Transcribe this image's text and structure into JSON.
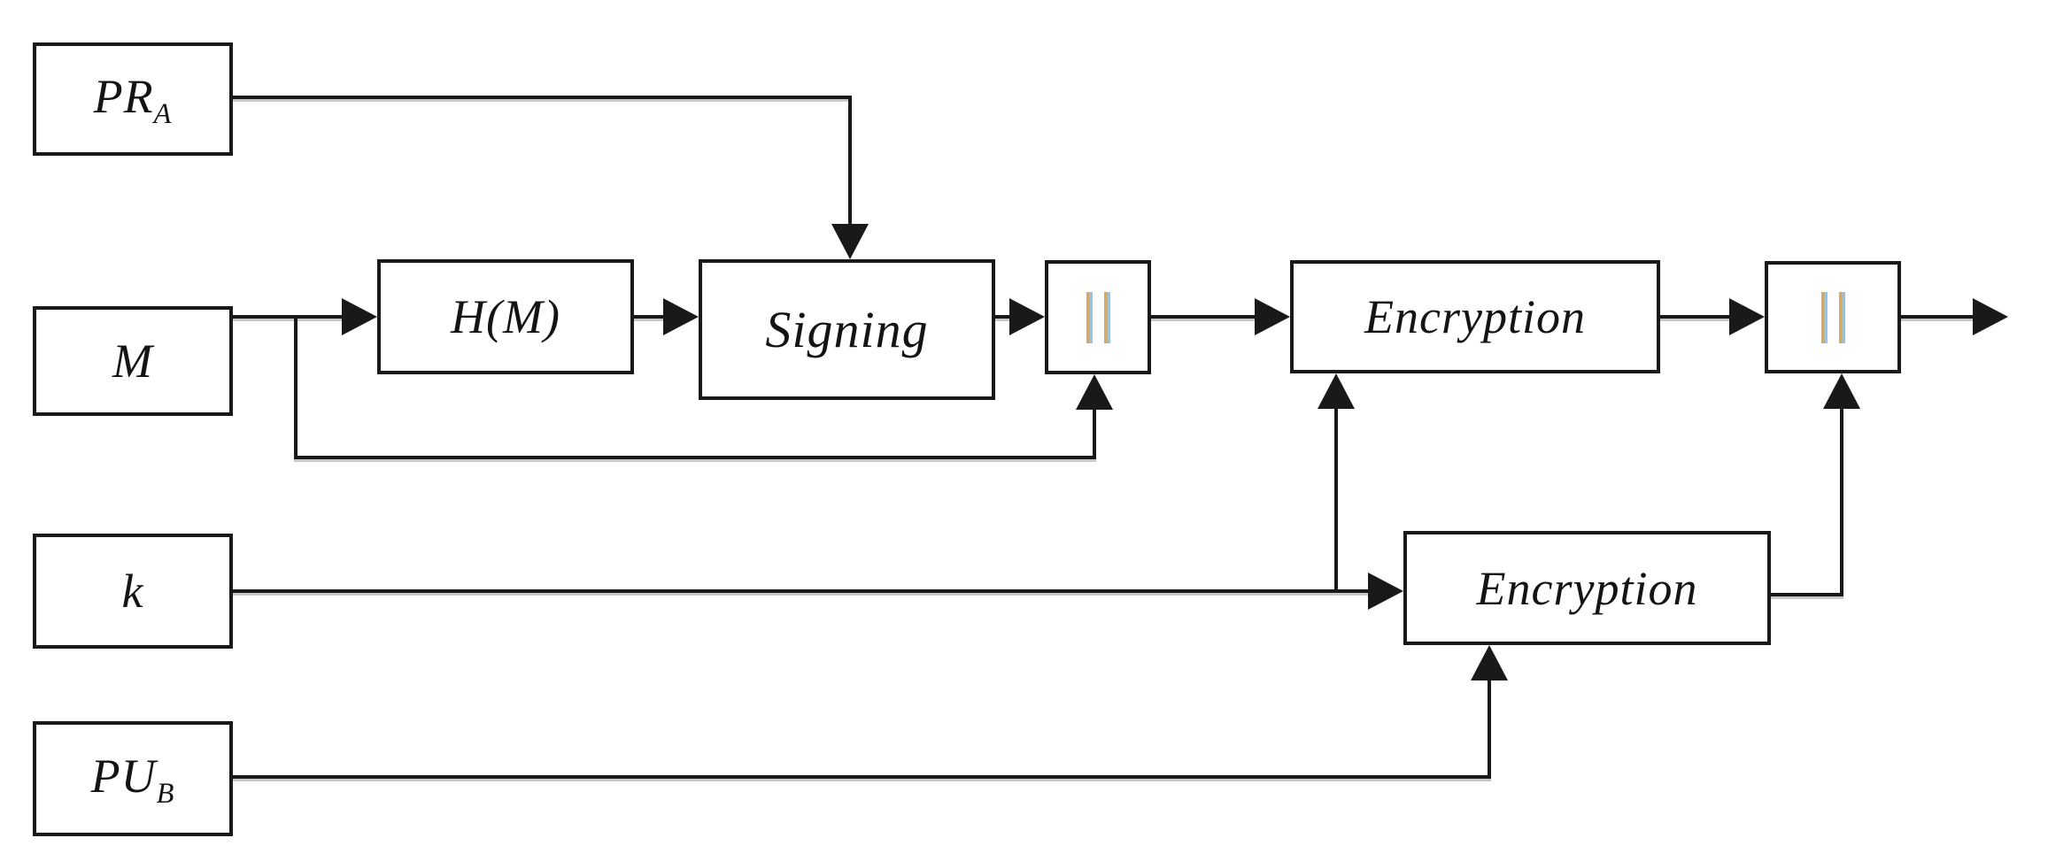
{
  "nodes": {
    "pra": {
      "label": "PR",
      "subscript": "A"
    },
    "m": {
      "label": "M"
    },
    "k": {
      "label": "k"
    },
    "pub": {
      "label": "PU",
      "subscript": "B"
    },
    "hm": {
      "label": "H(M)"
    },
    "signing": {
      "label": "Signing"
    },
    "concat1": {
      "symbol": "||"
    },
    "enc_top": {
      "label": "Encryption"
    },
    "concat2": {
      "symbol": "||"
    },
    "enc_bottom": {
      "label": "Encryption"
    }
  },
  "colors": {
    "ink": "#191919",
    "background": "#ffffff",
    "concat_bar_left": "#DBA758",
    "concat_bar_right": "#92C5EC"
  }
}
